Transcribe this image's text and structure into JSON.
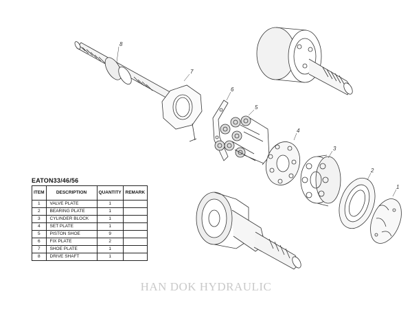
{
  "table": {
    "title": "EATON33/46/56",
    "headers": {
      "item": "ITEM",
      "description": "DESCRIPTION",
      "quantity": "QUANTITY",
      "remark": "REMARK"
    },
    "rows": [
      {
        "item": "1",
        "description": "VALVE PLATE",
        "quantity": "1",
        "remark": ""
      },
      {
        "item": "2",
        "description": "BEARING PLATE",
        "quantity": "1",
        "remark": ""
      },
      {
        "item": "3",
        "description": "CYLINDER BLOCK",
        "quantity": "1",
        "remark": ""
      },
      {
        "item": "4",
        "description": "SET PLATE",
        "quantity": "1",
        "remark": ""
      },
      {
        "item": "5",
        "description": "PISTON SHOE",
        "quantity": "9",
        "remark": ""
      },
      {
        "item": "6",
        "description": "FIX PLATE",
        "quantity": "2",
        "remark": ""
      },
      {
        "item": "7",
        "description": "SHOE PLATE",
        "quantity": "1",
        "remark": ""
      },
      {
        "item": "8",
        "description": "DRIVE SHAFT",
        "quantity": "1",
        "remark": ""
      }
    ]
  },
  "callouts": {
    "c1": "1",
    "c2": "2",
    "c3": "3",
    "c4": "4",
    "c5": "5",
    "c6": "6",
    "c7": "7",
    "c8": "8"
  },
  "watermark": "HAN DOK HYDRAULIC"
}
